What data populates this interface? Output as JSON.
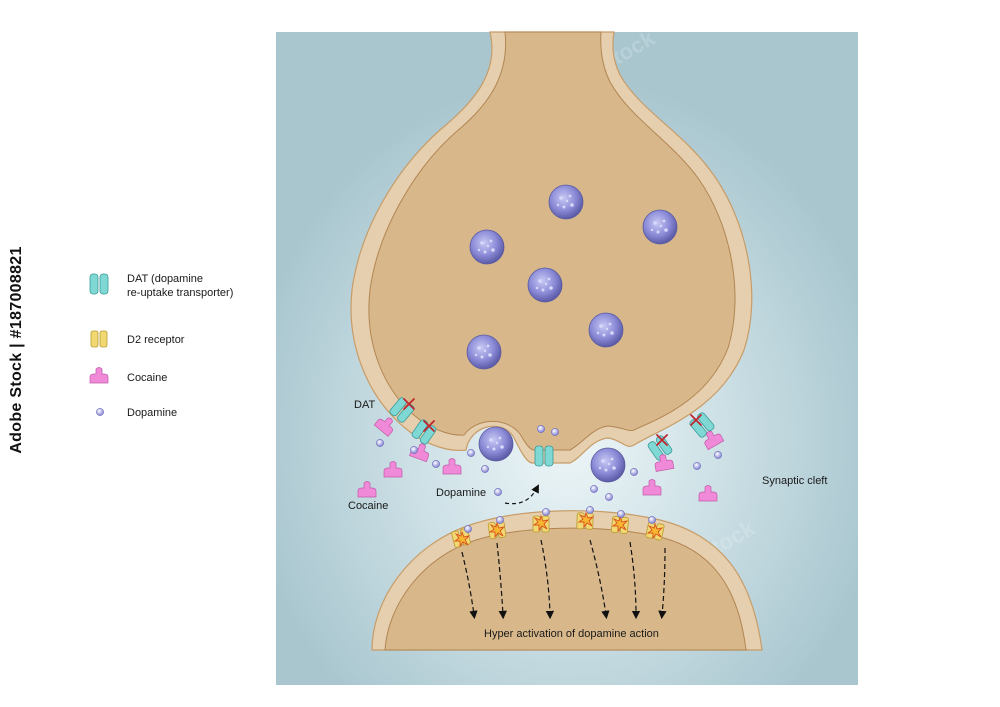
{
  "legend": {
    "items": [
      {
        "line1": "DAT (dopamine",
        "line2": "re-uptake transporter)"
      },
      {
        "line1": "D2 receptor",
        "line2": ""
      },
      {
        "line1": "Cocaine",
        "line2": ""
      },
      {
        "line1": "Dopamine",
        "line2": ""
      }
    ]
  },
  "labels": {
    "dat": "DAT",
    "dopamine": "Dopamine",
    "cocaine": "Cocaine",
    "synaptic_cleft": "Synaptic cleft",
    "hyper_activation": "Hyper activation of dopamine action"
  },
  "stock_id": "Adobe Stock | #187008821",
  "watermark": "Adobe Stock",
  "colors": {
    "background_panel": "#a9c6cf",
    "neuron_fill": "#d9b98c",
    "neuron_border": "#e9d3b5",
    "dat": "#7fd8d4",
    "d2_receptor": "#f2d873",
    "cocaine": "#f08ad8",
    "dopamine": "#8f8fd6",
    "vesicle": "#7c7ccc"
  }
}
